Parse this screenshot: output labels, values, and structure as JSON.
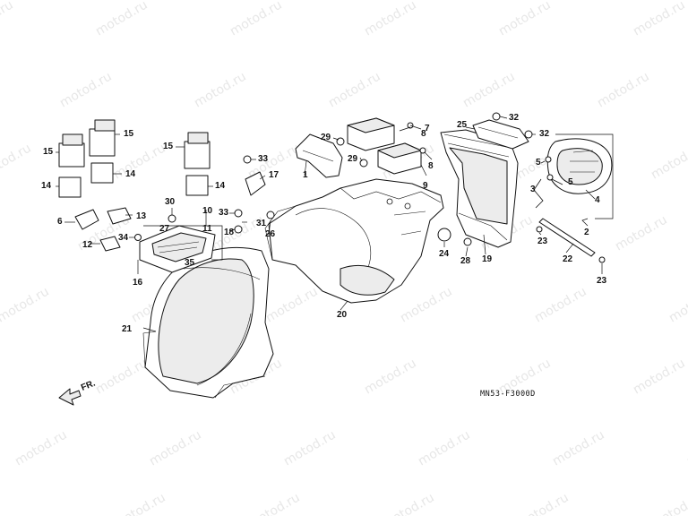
{
  "watermark": "motod.ru",
  "diagram_code": "MN53-F3000D",
  "front_marker": "FR.",
  "callouts": [
    "1",
    "2",
    "3",
    "4",
    "5",
    "5",
    "6",
    "7",
    "8",
    "8",
    "9",
    "10",
    "11",
    "12",
    "13",
    "14",
    "14",
    "14",
    "15",
    "15",
    "15",
    "16",
    "17",
    "18",
    "19",
    "20",
    "21",
    "22",
    "23",
    "23",
    "24",
    "25",
    "26",
    "27",
    "28",
    "29",
    "29",
    "30",
    "31",
    "32",
    "32",
    "33",
    "33",
    "34",
    "35"
  ]
}
